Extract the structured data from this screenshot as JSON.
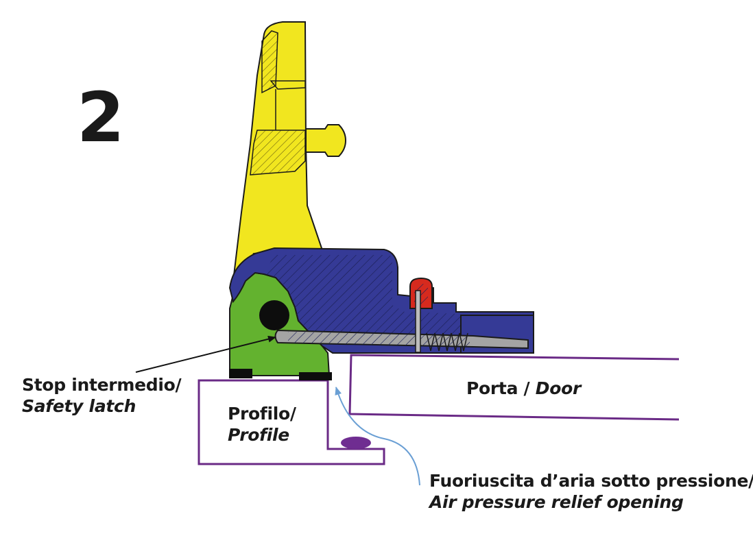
{
  "step_number": "2",
  "labels": {
    "safety_latch": {
      "it": "Stop intermedio/",
      "en": "Safety latch"
    },
    "profile": {
      "it": "Profilo/",
      "en": "Profile"
    },
    "door": {
      "it": "Porta / ",
      "en": "Door"
    },
    "air_relief": {
      "it": "Fuoriuscita d’aria sotto pressione/",
      "en": "Air pressure relief opening"
    }
  },
  "colors": {
    "handle": "#f1e61f",
    "body": "#353a96",
    "base": "#63b22f",
    "pin": "#9a9a9a",
    "spring_cap": "#d62a1e",
    "outline": "#6a2a86",
    "seal": "#6f2d91",
    "leader_arrow": "#6a9fd4"
  }
}
